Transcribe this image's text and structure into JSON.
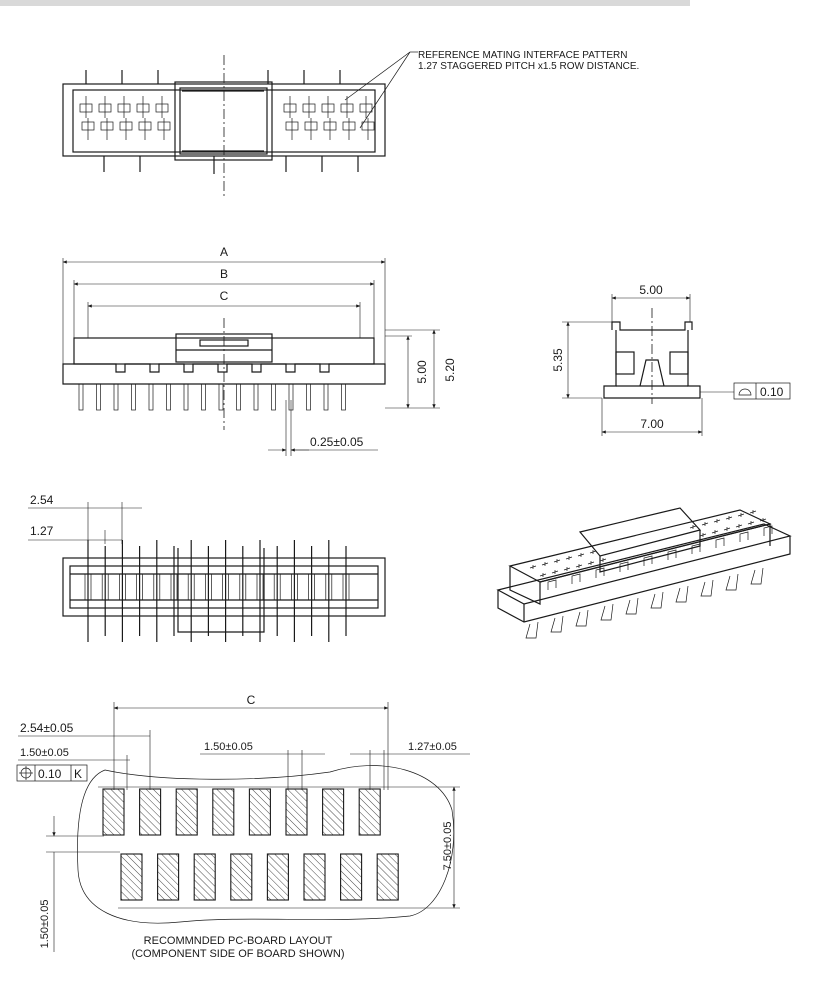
{
  "notes": {
    "ref_line1": "REFERENCE MATING INTERFACE PATTERN",
    "ref_line2": "1.27 STAGGERED PITCH x1.5 ROW DISTANCE.",
    "layout_line1": "RECOMMNDED PC-BOARD LAYOUT",
    "layout_line2": "(COMPONENT SIDE OF BOARD SHOWN)"
  },
  "front_view": {
    "dim_a": "A",
    "dim_b": "B",
    "dim_c": "C",
    "height_500": "5.00",
    "height_520": "5.20",
    "lead": "0.25±0.05"
  },
  "side_view": {
    "width_top": "5.00",
    "height": "5.35",
    "width_bottom": "7.00",
    "flatness": "0.10"
  },
  "bottom_view": {
    "pitch_254": "2.54",
    "pitch_127": "1.27"
  },
  "pcb_layout": {
    "dim_c": "C",
    "pitch_254": "2.54±0.05",
    "offset_150": "1.50±0.05",
    "pad_width": "1.50±0.05",
    "stagger": "1.27±0.05",
    "row_distance": "7.50±0.05",
    "pad_height": "1.50±0.05",
    "position_tol": "0.10",
    "datum": "K"
  },
  "colors": {
    "line": "#1a1a1a",
    "background": "#ffffff"
  }
}
